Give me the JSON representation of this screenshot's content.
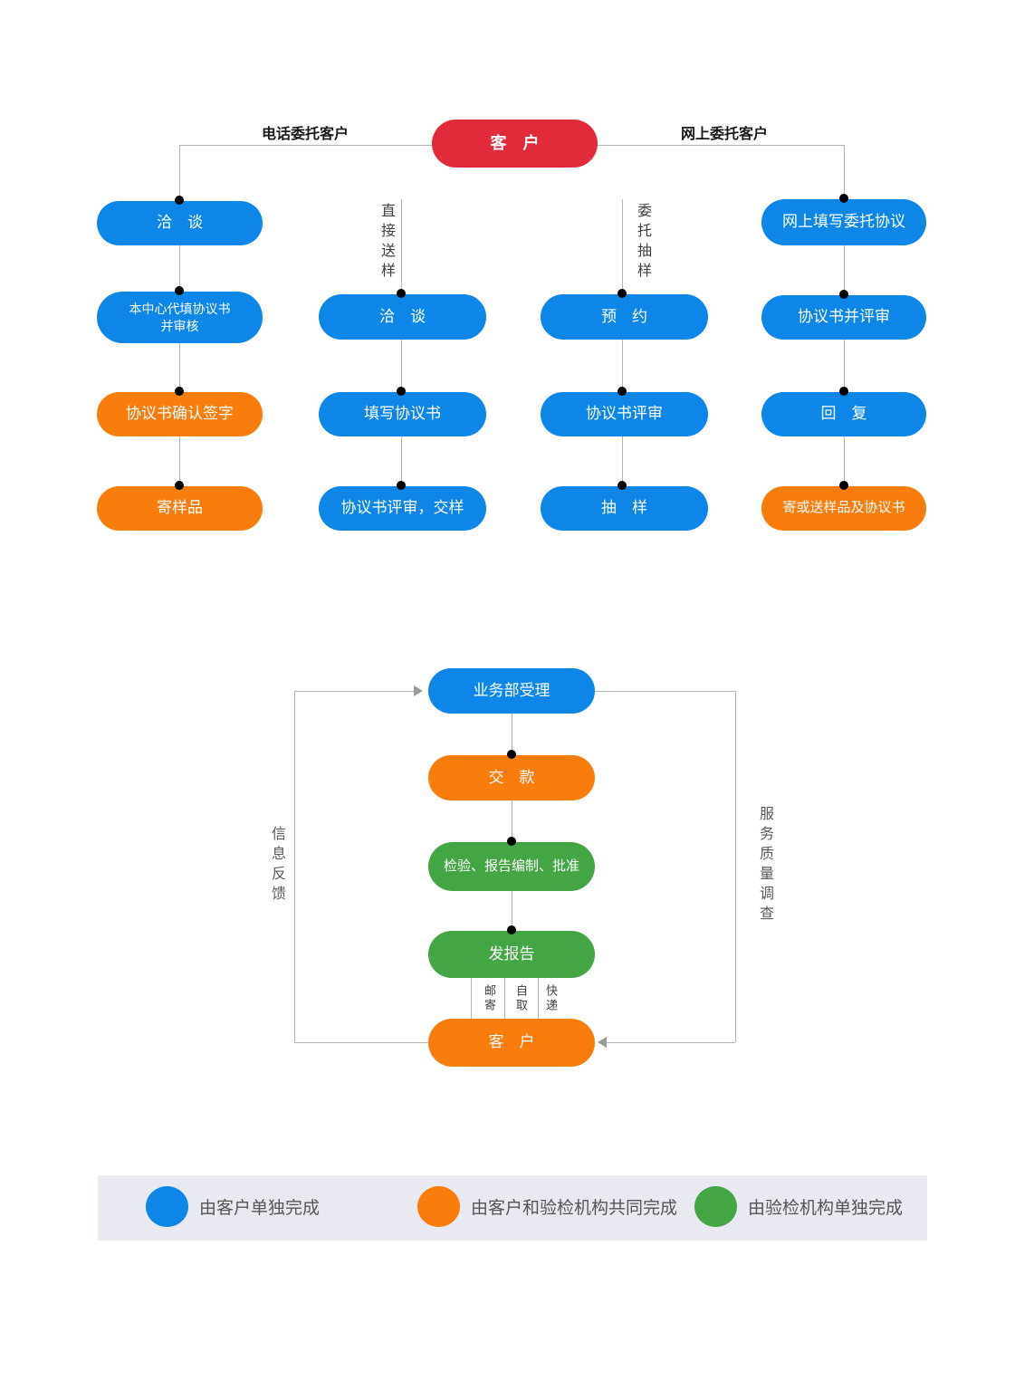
{
  "colors": {
    "blue": "#0d86e8",
    "orange": "#f87d0d",
    "green": "#43a543",
    "red": "#e12b3a",
    "connector_gray": "#b5b5b5",
    "arrow_gray": "#9a9a9a",
    "legend_bg": "#e9eaf1"
  },
  "top": {
    "root_label": "客　户",
    "left_branch_label": "电话委托客户",
    "right_branch_label": "网上委托客户"
  },
  "columns": [
    {
      "channel_label": "",
      "steps": [
        {
          "label": "洽　谈",
          "color": "blue"
        },
        {
          "label": "本中心代填协议书\n并审核",
          "color": "blue"
        },
        {
          "label": "协议书确认签字",
          "color": "orange"
        },
        {
          "label": "寄样品",
          "color": "orange"
        }
      ]
    },
    {
      "channel_label": "直接送样",
      "steps": [
        {
          "label": "洽　谈",
          "color": "blue"
        },
        {
          "label": "填写协议书",
          "color": "blue"
        },
        {
          "label": "协议书评审，交样",
          "color": "blue"
        }
      ]
    },
    {
      "channel_label": "委托抽样",
      "steps": [
        {
          "label": "预　约",
          "color": "blue"
        },
        {
          "label": "协议书评审",
          "color": "blue"
        },
        {
          "label": "抽　样",
          "color": "blue"
        }
      ]
    },
    {
      "channel_label": "",
      "steps": [
        {
          "label": "网上填写委托协议",
          "color": "blue"
        },
        {
          "label": "协议书并评审",
          "color": "blue"
        },
        {
          "label": "回　复",
          "color": "blue"
        },
        {
          "label": "寄或送样品及协议书",
          "color": "orange"
        }
      ]
    }
  ],
  "middle": {
    "steps": [
      {
        "label": "业务部受理",
        "color": "blue"
      },
      {
        "label": "交　款",
        "color": "orange"
      },
      {
        "label": "检验、报告编制、批准",
        "color": "green"
      },
      {
        "label": "发报告",
        "color": "green"
      },
      {
        "label": "客　户",
        "color": "orange"
      }
    ],
    "left_loop_label": "信息反馈",
    "right_loop_label": "服务质量调查",
    "delivery_options": [
      "邮寄",
      "自取",
      "快递"
    ]
  },
  "legend": {
    "items": [
      {
        "label": "由客户单独完成",
        "color": "blue"
      },
      {
        "label": "由客户和验检机构共同完成",
        "color": "orange"
      },
      {
        "label": "由验检机构单独完成",
        "color": "green"
      }
    ]
  }
}
